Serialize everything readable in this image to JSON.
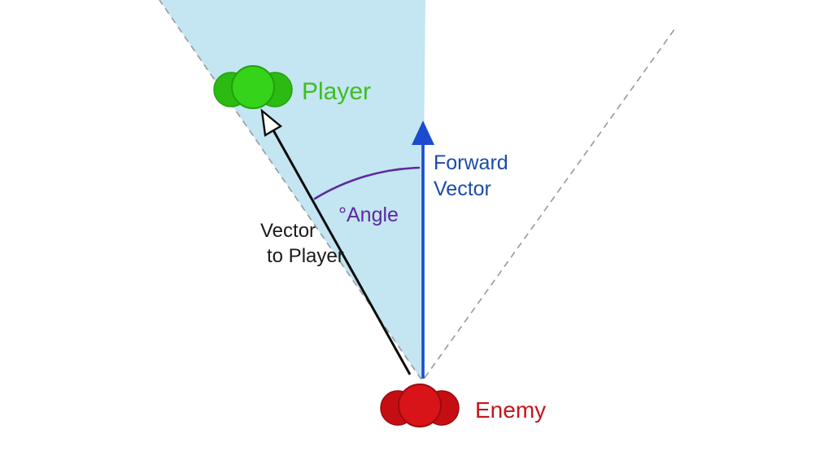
{
  "diagram": {
    "labels": {
      "player": "Player",
      "enemy": "Enemy",
      "forward_vector_line1": "Forward",
      "forward_vector_line2": "Vector",
      "vector_to_player_line1": "Vector",
      "vector_to_player_line2": "to Player",
      "angle": "°Angle"
    },
    "colors": {
      "cone_fill": "#c4e5f2",
      "forward_vector_blue": "#1c4bce",
      "forward_label_blue": "#1c4ba8",
      "angle_purple": "#5b2a9d",
      "player_green": "#35d31a",
      "player_label_green": "#3fbd20",
      "enemy_red": "#d81419",
      "enemy_label_red": "#c4161b",
      "vector_black": "#0c0c0c",
      "dashed_gray": "#9a9a9a",
      "background": "#ffffff"
    }
  }
}
